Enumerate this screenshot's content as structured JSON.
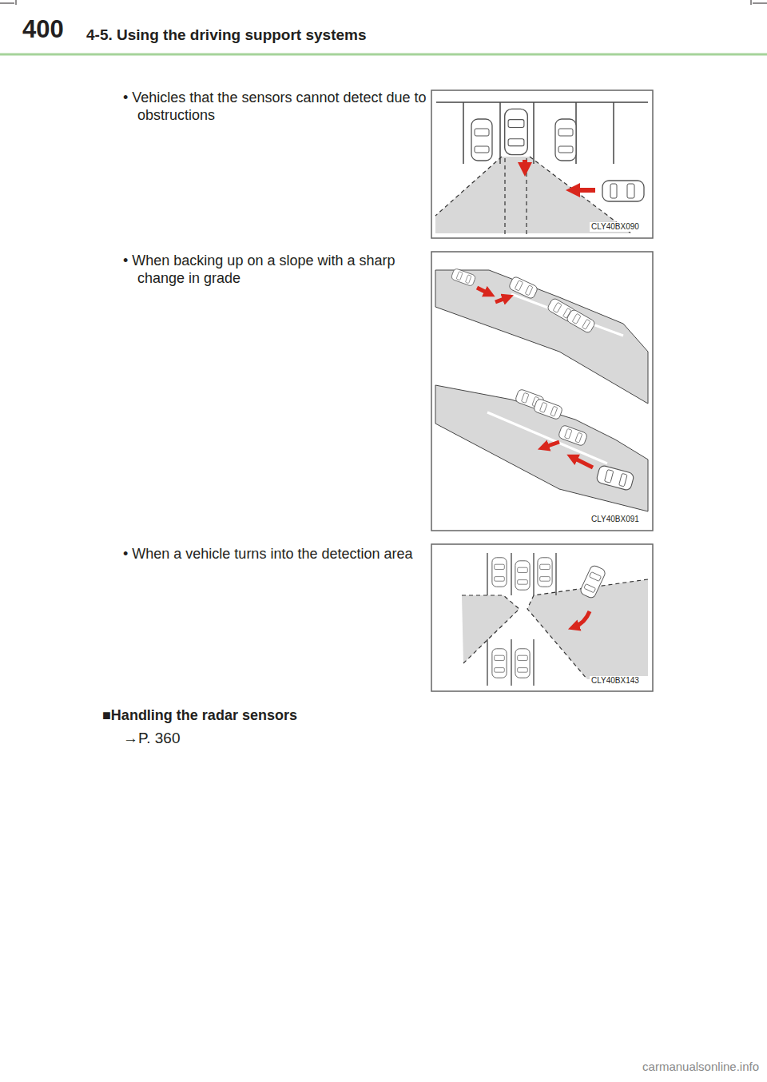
{
  "diagram": {
    "title": "4-5. Using the driving support systems",
    "labels": [
      "400",
      "• Vehicles that the sensors cannot detect due to obstructions",
      "CLY40BX090",
      "• When backing up on a slope with a sharp change in grade",
      "CLY40BX091",
      "• When a vehicle turns into the detection area",
      "CLY40BX143",
      "■Handling the radar sensors",
      "→P. 360",
      "carmanualsonline.info"
    ]
  }
}
